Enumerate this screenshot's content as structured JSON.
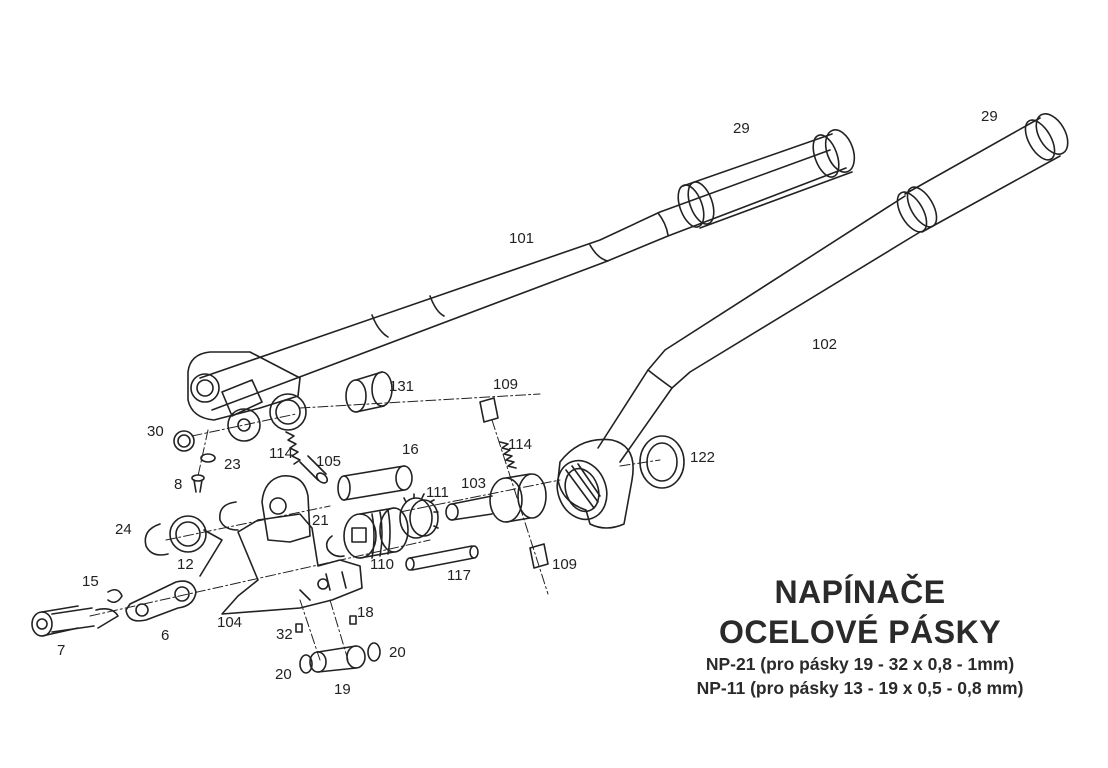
{
  "title": {
    "line1": "NAPÍNAČE",
    "line2": "OCELOVÉ PÁSKY",
    "subtitle1": "NP-21 (pro pásky 19 - 32 x 0,8 - 1mm)",
    "subtitle2": "NP-11 (pro pásky 13 - 19 x 0,5 - 0,8 mm)"
  },
  "labels": {
    "p29a": "29",
    "p29b": "29",
    "p101": "101",
    "p102": "102",
    "p131": "131",
    "p109a": "109",
    "p109b": "109",
    "p114a": "114",
    "p114b": "114",
    "p105": "105",
    "p16": "16",
    "p111": "111",
    "p103": "103",
    "p122": "122",
    "p30": "30",
    "p23": "23",
    "p8": "8",
    "p24": "24",
    "p12": "12",
    "p21": "21",
    "p110": "110",
    "p117": "117",
    "p15": "15",
    "p6": "6",
    "p7": "7",
    "p104": "104",
    "p32": "32",
    "p18": "18",
    "p20a": "20",
    "p20b": "20",
    "p19": "19"
  }
}
